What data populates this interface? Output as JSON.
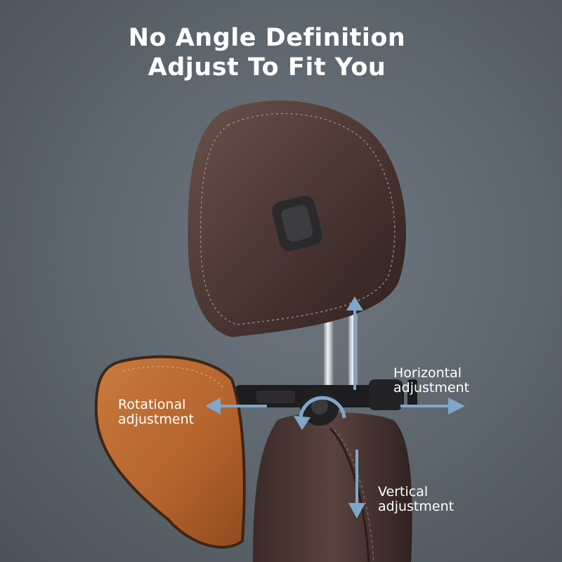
{
  "headline": {
    "line1": "No Angle Definition",
    "line2": "Adjust To Fit You"
  },
  "labels": {
    "rotational": {
      "line1": "Rotational",
      "line2": "adjustment"
    },
    "horizontal": {
      "line1": "Horizontal",
      "line2": "adjustment"
    },
    "vertical": {
      "line1": "Vertical",
      "line2": "adjustment"
    }
  },
  "colors": {
    "background": "#5c646c",
    "leather": "#4a3632",
    "pillow": "#b8662e",
    "arrow": "#7fa7c9",
    "text": "#ffffff"
  }
}
